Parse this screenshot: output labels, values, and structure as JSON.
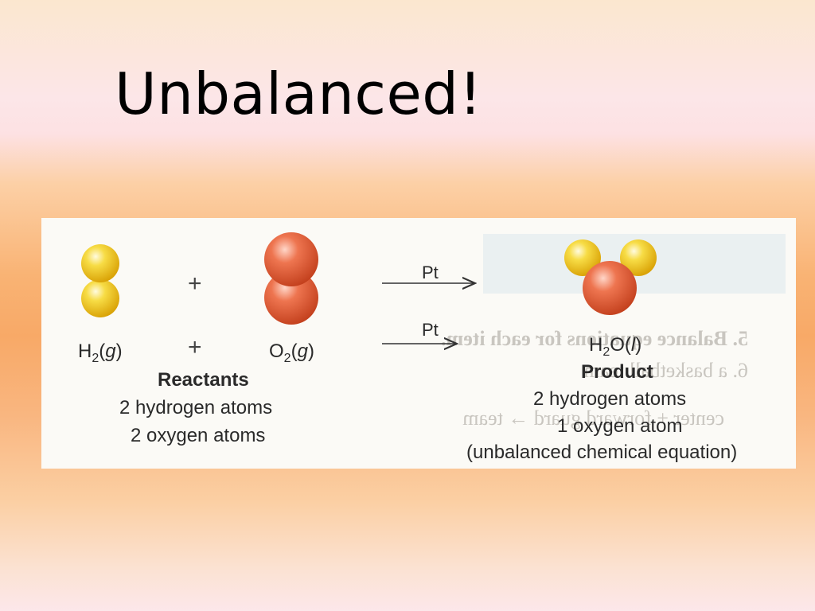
{
  "slide": {
    "title": "Unbalanced!"
  },
  "diagram": {
    "arrow_catalyst": "Pt",
    "plus": "+",
    "reactant1_formula": {
      "main": "H",
      "sub": "2",
      "state": "g"
    },
    "reactant2_formula": {
      "main": "O",
      "sub": "2",
      "state": "g"
    },
    "product_formula": {
      "main": "H",
      "sub": "2",
      "after": "O",
      "state": "l"
    },
    "reactants_heading": "Reactants",
    "reactants_lines": [
      "2 hydrogen atoms",
      "2 oxygen atoms"
    ],
    "product_heading": "Product",
    "product_lines": [
      "2 hydrogen atoms",
      "1 oxygen atom",
      "(unbalanced chemical equation)"
    ],
    "bleed_through": {
      "line1": "5. Balance equations for each item.",
      "line2": "6. a basketball team",
      "line3": "center + forward  guard → team"
    },
    "colors": {
      "hydrogen": "#f3c814",
      "oxygen": "#e5603a"
    }
  }
}
